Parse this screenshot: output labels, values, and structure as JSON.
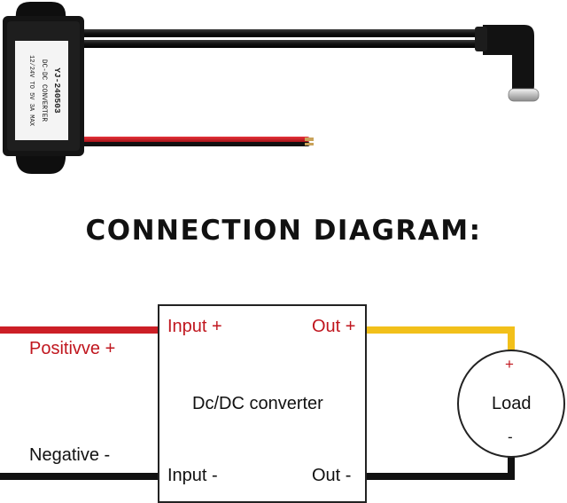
{
  "product": {
    "label_lines": [
      "YJ-240503",
      "DC-DC CONVERTER",
      "12/24V TO 5V 3A MAX"
    ]
  },
  "heading": "CONNECTION DIAGRAM:",
  "diagram": {
    "converter_label": "Dc/DC converter",
    "input_plus": "Input +",
    "input_minus": "Input -",
    "out_plus": "Out +",
    "out_minus": "Out -",
    "positive_label": "Positivve +",
    "negative_label": "Negative -",
    "load_label": "Load",
    "load_plus": "+",
    "load_minus": "-"
  },
  "colors": {
    "positive_wire": "#cc1f26",
    "negative_wire": "#111111",
    "output_positive_wire": "#f2c01a",
    "output_negative_wire": "#111111",
    "box_stroke": "#222222"
  }
}
